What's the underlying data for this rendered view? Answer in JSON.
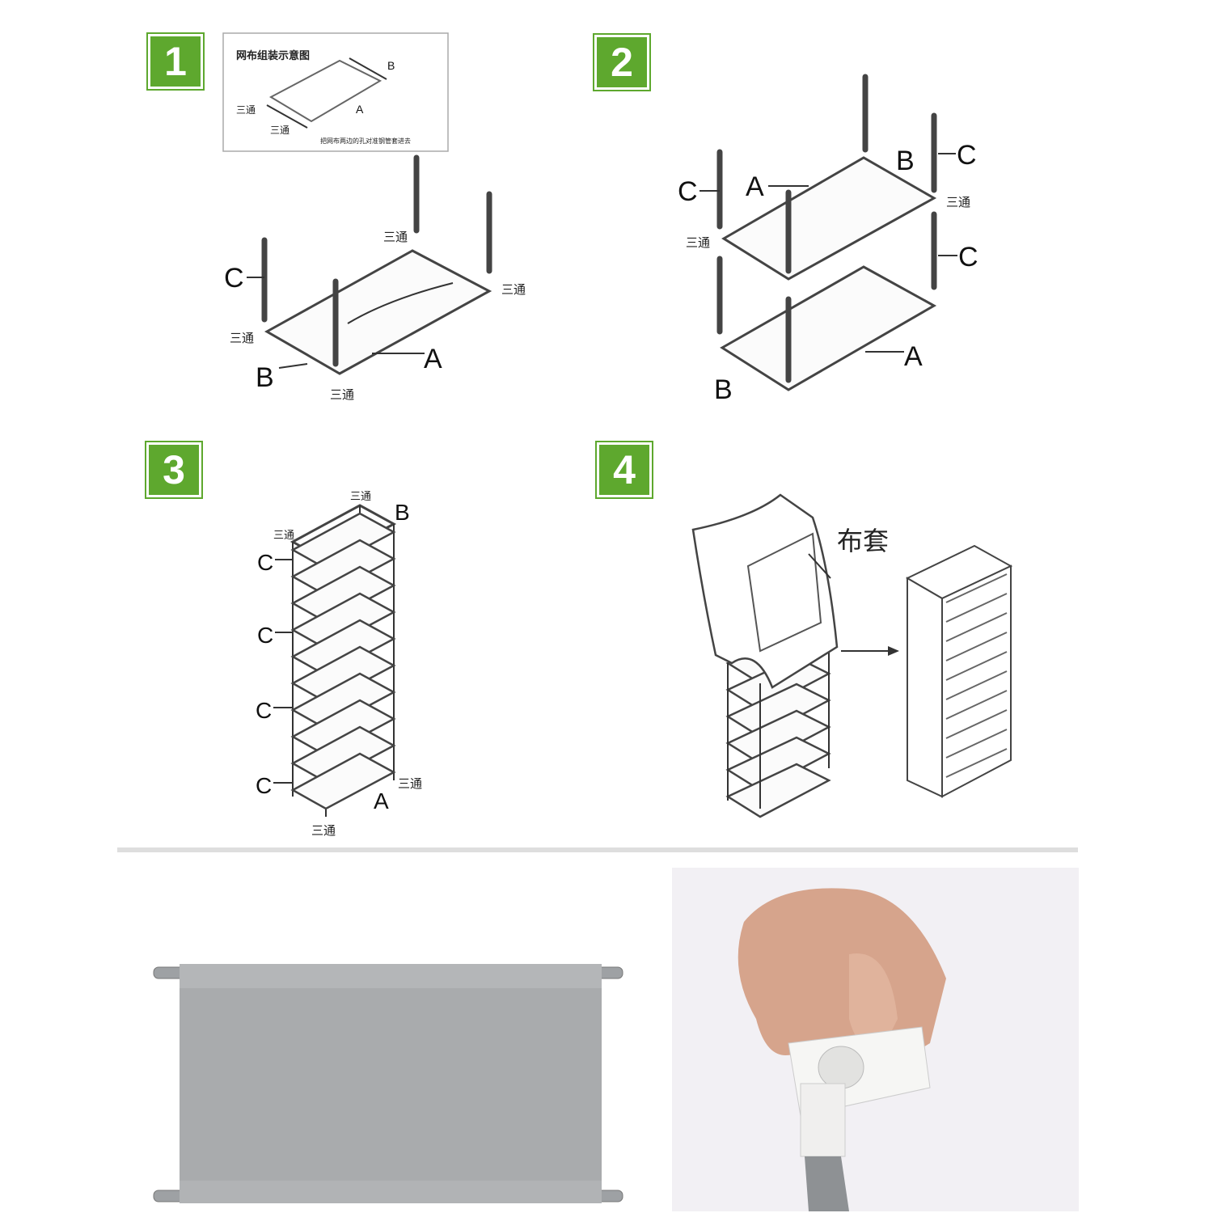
{
  "steps": [
    {
      "number": "1"
    },
    {
      "number": "2"
    },
    {
      "number": "3"
    },
    {
      "number": "4"
    }
  ],
  "inset": {
    "title": "网布组装示意图",
    "label_b": "B",
    "label_a": "A",
    "tee_1": "三通",
    "tee_2": "三通",
    "instruction": "把网布两边的孔对准钢管套进去"
  },
  "step1": {
    "tee_top": "三通",
    "tee_right": "三通",
    "tee_left": "三通",
    "tee_bottom": "三通",
    "label_c": "C",
    "label_b": "B",
    "label_a": "A"
  },
  "step2": {
    "label_c_left": "C",
    "label_a_top": "A",
    "label_b_top": "B",
    "label_c_right_top": "C",
    "tee_right": "三通",
    "tee_left": "三通",
    "label_c_right_mid": "C",
    "label_a_bottom": "A",
    "label_b_bottom": "B"
  },
  "step3": {
    "tee_top": "三通",
    "label_b": "B",
    "tee_left": "三通",
    "label_c_1": "C",
    "label_c_2": "C",
    "label_c_3": "C",
    "label_c_4": "C",
    "tee_right": "三通",
    "label_a": "A",
    "tee_bottom": "三通"
  },
  "step4": {
    "cover_label": "布套"
  },
  "colors": {
    "badge": "#5ea82e",
    "fabric": "#a9abad"
  }
}
